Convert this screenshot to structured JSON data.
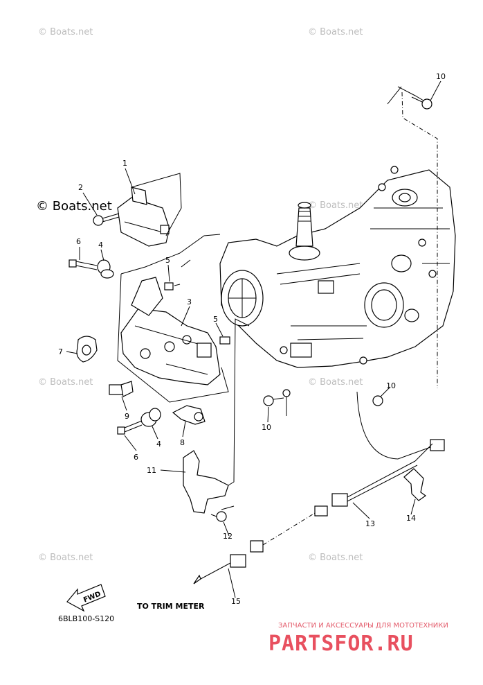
{
  "diagram": {
    "callouts": [
      "1",
      "2",
      "3",
      "4",
      "4",
      "5",
      "5",
      "6",
      "6",
      "7",
      "8",
      "9",
      "10",
      "10",
      "10",
      "11",
      "12",
      "13",
      "14",
      "15"
    ],
    "watermark_text": "© Boats.net",
    "trim_label": "TO TRIM METER",
    "fwd_label": "FWD",
    "diagram_code": "6BLB100-S120",
    "brand_sub": "ЗАПЧАСТИ И АКСЕССУАРЫ ДЛЯ МОТОТЕХНИКИ",
    "brand_main": "PARTSFOR.RU",
    "brand_color": "#e8505f"
  }
}
